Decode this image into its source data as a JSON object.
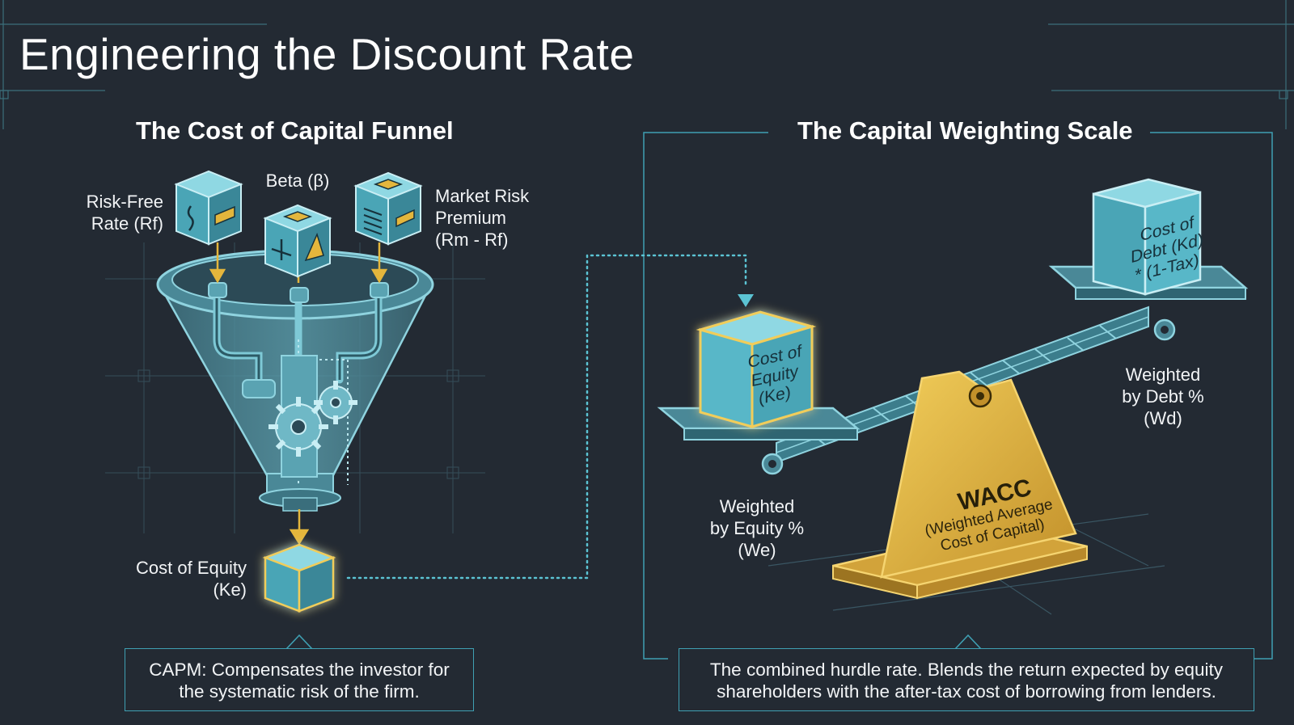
{
  "title": "Engineering the Discount Rate",
  "funnel": {
    "title": "The Cost of Capital Funnel",
    "inputs": {
      "risk_free": [
        "Risk-Free",
        "Rate (Rf)"
      ],
      "beta": "Beta (β)",
      "market_risk": [
        "Market Risk",
        "Premium",
        "(Rm - Rf)"
      ]
    },
    "output": [
      "Cost of Equity",
      "(Ke)"
    ],
    "caption": [
      "CAPM: Compensates the investor for",
      "the systematic risk of the firm."
    ]
  },
  "scale": {
    "title": "The Capital Weighting Scale",
    "equity_cube": [
      "Cost of",
      "Equity",
      "(Ke)"
    ],
    "debt_cube": [
      "Cost of",
      "Debt (Kd)",
      "* (1-Tax)"
    ],
    "equity_weight": [
      "Weighted",
      "by Equity %",
      "(We)"
    ],
    "debt_weight": [
      "Weighted",
      "by Debt %",
      "(Wd)"
    ],
    "fulcrum_title": "WACC",
    "fulcrum_sub": [
      "(Weighted Average",
      "Cost of Capital)"
    ],
    "caption": [
      "The combined hurdle rate. Blends the return expected by equity",
      "shareholders with the after-tax cost of borrowing from lenders."
    ]
  },
  "colors": {
    "background": "#232a33",
    "cyan": "#4fb8c9",
    "gold": "#e4b63c",
    "line": "#3fa0b3"
  }
}
